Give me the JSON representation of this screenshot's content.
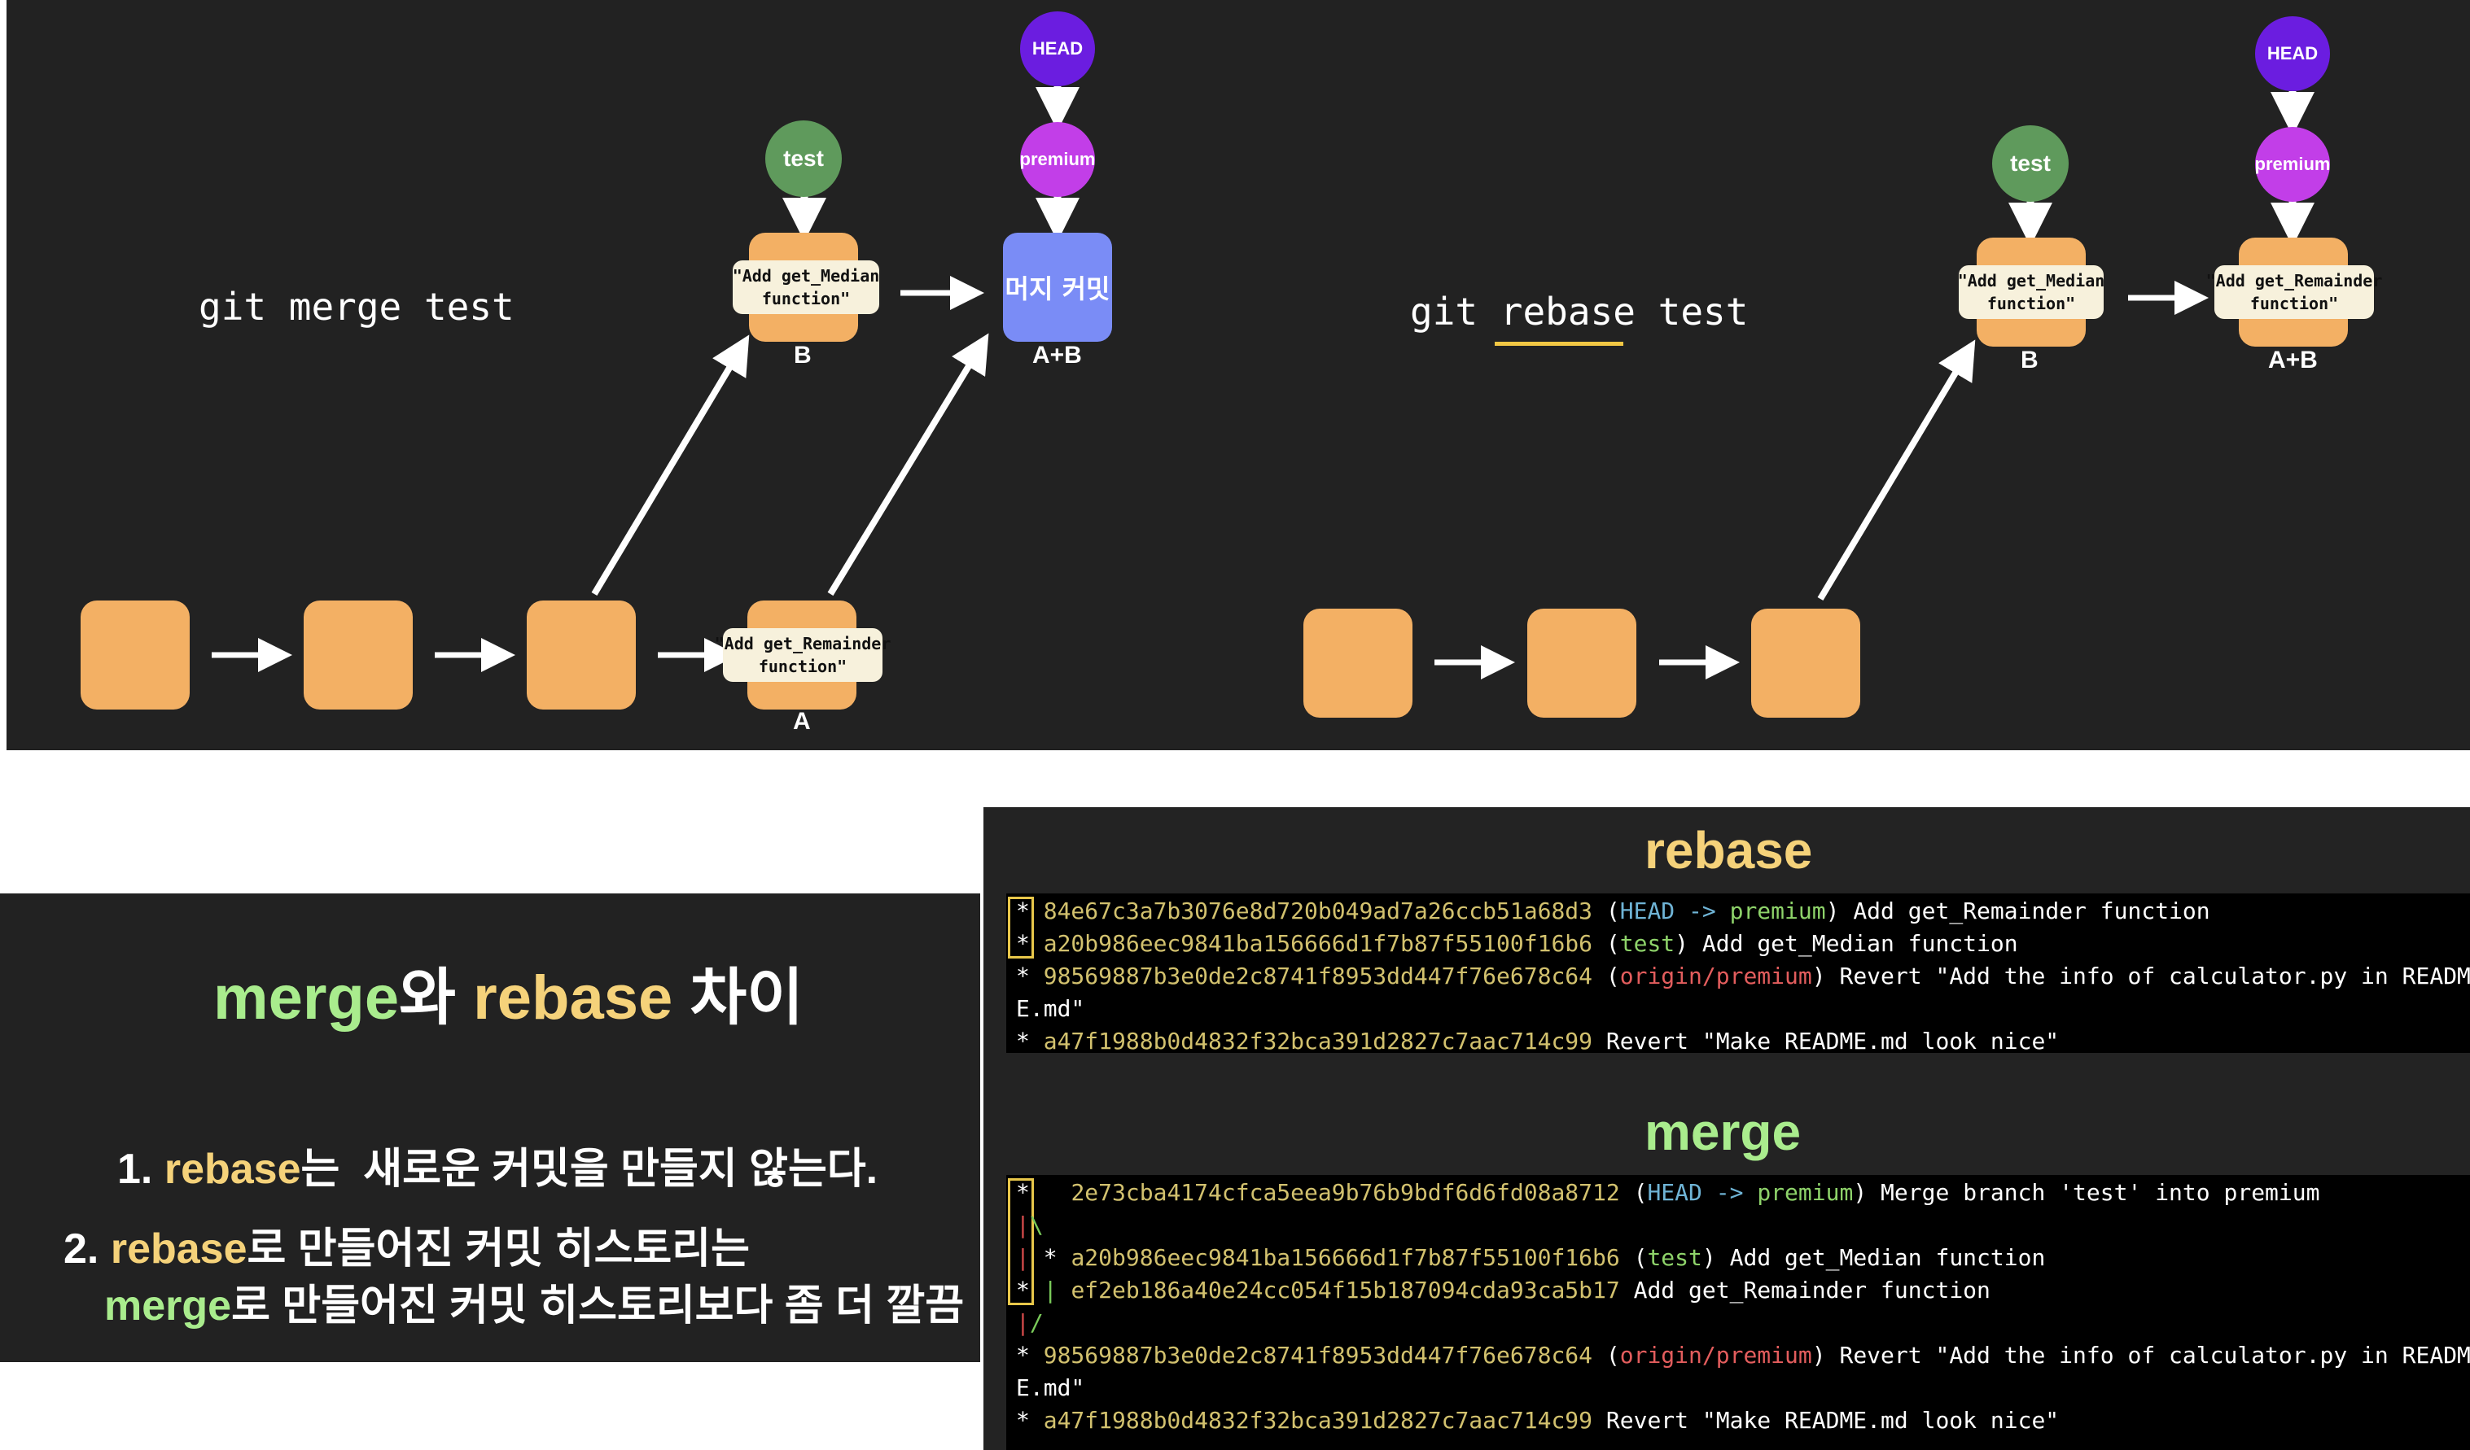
{
  "merge_diagram": {
    "command": "git merge test",
    "commit_b_label": "\"Add get_Median\nfunction\"",
    "commit_a_label": "\"Add get_Remainder\nfunction\"",
    "letter_b": "B",
    "letter_a": "A",
    "letter_ab": "A+B",
    "merge_commit_text": "머지 커밋",
    "node_test": "test",
    "node_premium": "premium",
    "node_head": "HEAD"
  },
  "rebase_diagram": {
    "command_prefix": "git ",
    "command_keyword": "rebase",
    "command_suffix": " test",
    "commit_b_label": "\"Add get_Median\nfunction\"",
    "commit_ab_label": "\"Add get_Remainder\nfunction\"",
    "letter_b": "B",
    "letter_ab": "A+B",
    "node_test": "test",
    "node_premium": "premium",
    "node_head": "HEAD"
  },
  "summary": {
    "title_merge": "merge",
    "title_wa": "와 ",
    "title_rebase": "rebase",
    "title_rest": " 차이",
    "p1_num": "1. ",
    "p1_kw": "rebase",
    "p1_text": "는  새로운 커밋을 만들지 않는다.",
    "p2_num": "2. ",
    "p2_kw": "rebase",
    "p2_text": "로 만들어진 커밋 히스토리는",
    "p2b_kw": "merge",
    "p2b_text": "로 만들어진 커밋 히스토리보다 좀 더 깔끔"
  },
  "logs": {
    "rebase_title": "rebase",
    "merge_title": "merge",
    "rebase_lines": [
      {
        "graph": "* ",
        "hash": "84e67c3a7b3076e8d720b049ad7a26ccb51a68d3",
        "ref_open": " (",
        "ref1": "HEAD -> ",
        "ref2": "premium",
        "ref_close": ")",
        "msg": " Add get_Remainder function"
      },
      {
        "graph": "* ",
        "hash": "a20b986eec9841ba156666d1f7b87f55100f16b6",
        "ref_open": " (",
        "ref1": "",
        "ref2": "test",
        "ref_close": ")",
        "msg": " Add get_Median function"
      },
      {
        "graph": "* ",
        "hash": "98569887b3e0de2c8741f8953dd447f76e678c64",
        "ref_open": " (",
        "ref1": "",
        "ref2": "origin/premium",
        "ref_close": ")",
        "msg": " Revert \"Add the info of calculator.py in READM"
      },
      {
        "graph": "",
        "hash": "",
        "ref_open": "",
        "ref1": "",
        "ref2": "",
        "ref_close": "",
        "msg": "E.md\""
      },
      {
        "graph": "* ",
        "hash": "a47f1988b0d4832f32bca391d2827c7aac714c99",
        "ref_open": "",
        "ref1": "",
        "ref2": "",
        "ref_close": "",
        "msg": " Revert \"Make README.md look nice\""
      }
    ],
    "merge_lines": [
      {
        "graph": "*   ",
        "hash": "2e73cba4174cfca5eea9b76b9bdf6d6fd08a8712",
        "ref_open": " (",
        "ref1": "HEAD -> ",
        "ref2": "premium",
        "ref_close": ")",
        "msg": " Merge branch 'test' into premium"
      },
      {
        "graph": "|\\",
        "hash": "",
        "ref_open": "",
        "ref1": "",
        "ref2": "",
        "ref_close": "",
        "msg": ""
      },
      {
        "graph": "| * ",
        "hash": "a20b986eec9841ba156666d1f7b87f55100f16b6",
        "ref_open": " (",
        "ref1": "",
        "ref2": "test",
        "ref_close": ")",
        "msg": " Add get_Median function"
      },
      {
        "graph": "* | ",
        "hash": "ef2eb186a40e24cc054f15b187094cda93ca5b17",
        "ref_open": "",
        "ref1": "",
        "ref2": "",
        "ref_close": "",
        "msg": " Add get_Remainder function"
      },
      {
        "graph": "|/",
        "hash": "",
        "ref_open": "",
        "ref1": "",
        "ref2": "",
        "ref_close": "",
        "msg": ""
      },
      {
        "graph": "* ",
        "hash": "98569887b3e0de2c8741f8953dd447f76e678c64",
        "ref_open": " (",
        "ref1": "",
        "ref2": "origin/premium",
        "ref_close": ")",
        "msg": " Revert \"Add the info of calculator.py in READM"
      },
      {
        "graph": "",
        "hash": "",
        "ref_open": "",
        "ref1": "",
        "ref2": "",
        "ref_close": "",
        "msg": "E.md\""
      },
      {
        "graph": "* ",
        "hash": "a47f1988b0d4832f32bca391d2827c7aac714c99",
        "ref_open": "",
        "ref1": "",
        "ref2": "",
        "ref_close": "",
        "msg": " Revert \"Make README.md look nice\""
      }
    ]
  },
  "colors": {
    "panel_bg": "#222222",
    "commit_orange": "#f3b064",
    "test_node": "#5f9a5c",
    "premium_node": "#c23ee8",
    "head_node": "#6b1de0",
    "merge_commit": "#7a8cf6",
    "keyword_green": "#a9ec8d",
    "keyword_yellow": "#f5d27a"
  }
}
